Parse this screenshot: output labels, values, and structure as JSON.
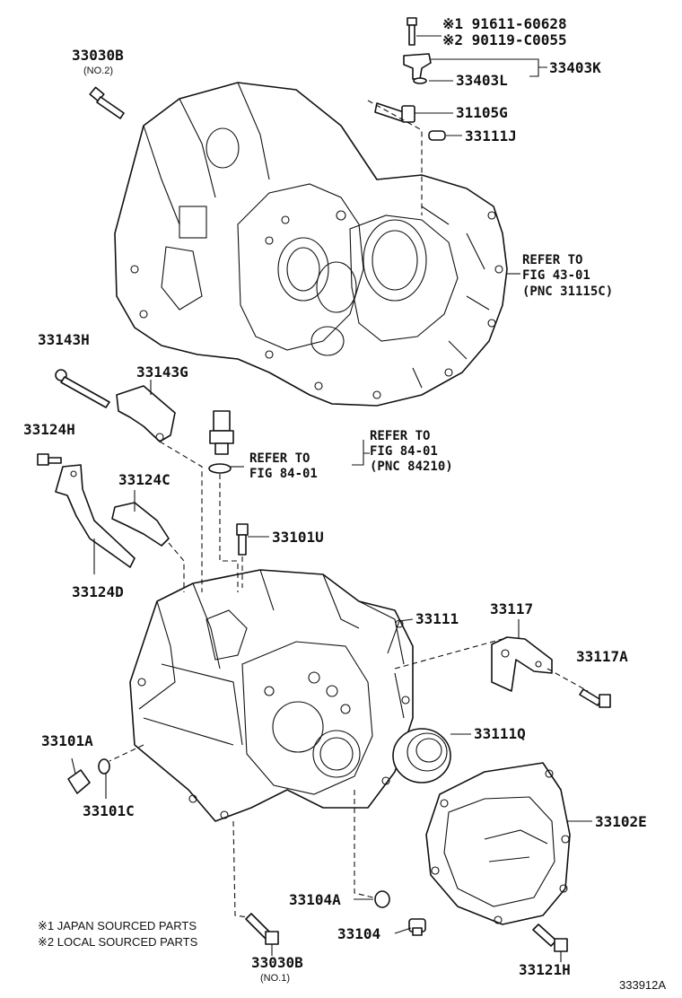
{
  "labels": {
    "p191611": "※1 91611-60628",
    "p290119": "※2 90119-C0055",
    "p33030b_top": "33030B",
    "no2": "(NO.2)",
    "p33403k": "33403K",
    "p33403l": "33403L",
    "p31105g": "31105G",
    "p33111j": "33111J",
    "p33143h": "33143H",
    "p33143g": "33143G",
    "p33124h": "33124H",
    "p33124c": "33124C",
    "p33124d": "33124D",
    "p33101u": "33101U",
    "p33111": "33111",
    "p33117": "33117",
    "p33117a": "33117A",
    "p33101a": "33101A",
    "p33101c": "33101C",
    "p33111q": "33111Q",
    "p33102e": "33102E",
    "p33104a": "33104A",
    "p33104": "33104",
    "p33030b_bot": "33030B",
    "no1": "(NO.1)",
    "p33121h": "33121H"
  },
  "refs": {
    "refer_to_1": "REFER TO",
    "fig_43_01": "FIG 43-01",
    "pnc_31115c": "(PNC 31115C)",
    "refer_to_2": "REFER TO",
    "fig_84_01_a": "FIG 84-01",
    "pnc_84210": "(PNC 84210)",
    "refer_to_3": "REFER TO",
    "fig_84_01_b": "FIG 84-01"
  },
  "notes": {
    "note1": "※1 JAPAN SOURCED PARTS",
    "note2": "※2 LOCAL SOURCED PARTS",
    "code": "333912A"
  }
}
